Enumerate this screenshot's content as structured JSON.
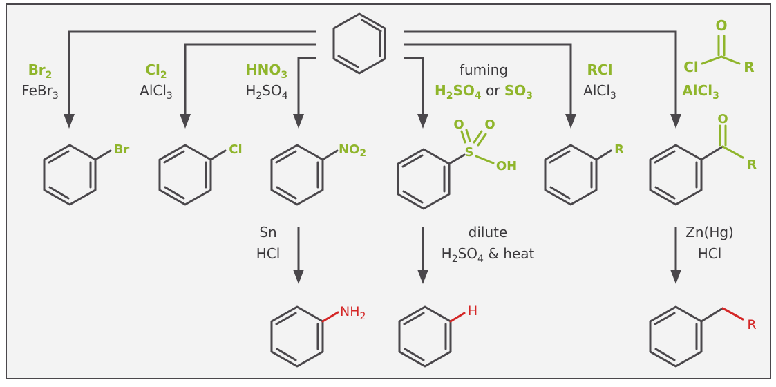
{
  "colors": {
    "background": "#f3f3f3",
    "frame": "#4a474b",
    "bond": "#4a474b",
    "reagent_highlight": "#8fb52b",
    "product_highlight": "#d42626"
  },
  "reactions": {
    "bromination": {
      "reagent": "Br",
      "reagent_sub": "2",
      "catalyst": "FeBr",
      "catalyst_sub": "3",
      "product_label": "Br"
    },
    "chlorination": {
      "reagent": "Cl",
      "reagent_sub": "2",
      "catalyst": "AlCl",
      "catalyst_sub": "3",
      "product_label": "Cl"
    },
    "nitration": {
      "reagent": "HNO",
      "reagent_sub": "3",
      "catalyst": "H",
      "catalyst_sub1": "2",
      "catalyst_mid": "SO",
      "catalyst_sub2": "4",
      "product_label": "NO",
      "product_label_sub": "2"
    },
    "sulfonation": {
      "line1": "fuming",
      "reagent_a": "H",
      "reagent_a_sub1": "2",
      "reagent_a_mid": "SO",
      "reagent_a_sub2": "4",
      "connector": " or ",
      "reagent_b": "SO",
      "reagent_b_sub": "3",
      "product_S": "S",
      "product_O": "O",
      "product_OH": "OH"
    },
    "alkylation": {
      "reagent": "RCl",
      "catalyst": "AlCl",
      "catalyst_sub": "3",
      "product_label": "R"
    },
    "acylation": {
      "acyl_O": "O",
      "acyl_Cl": "Cl",
      "acyl_R": "R",
      "catalyst": "AlCl",
      "catalyst_sub": "3",
      "product_O": "O",
      "product_R": "R"
    }
  },
  "second_step": {
    "reduction_nitro": {
      "line1": "Sn",
      "line2": "HCl",
      "product_label": "NH",
      "product_label_sub": "2"
    },
    "desulfonation": {
      "line1": "dilute",
      "line2a": "H",
      "line2_sub1": "2",
      "line2_mid": "SO",
      "line2_sub2": "4",
      "line2_tail": " & heat",
      "product_label": "H"
    },
    "clemmensen": {
      "line1": "Zn(Hg)",
      "line2": "HCl",
      "product_label": "R"
    }
  }
}
